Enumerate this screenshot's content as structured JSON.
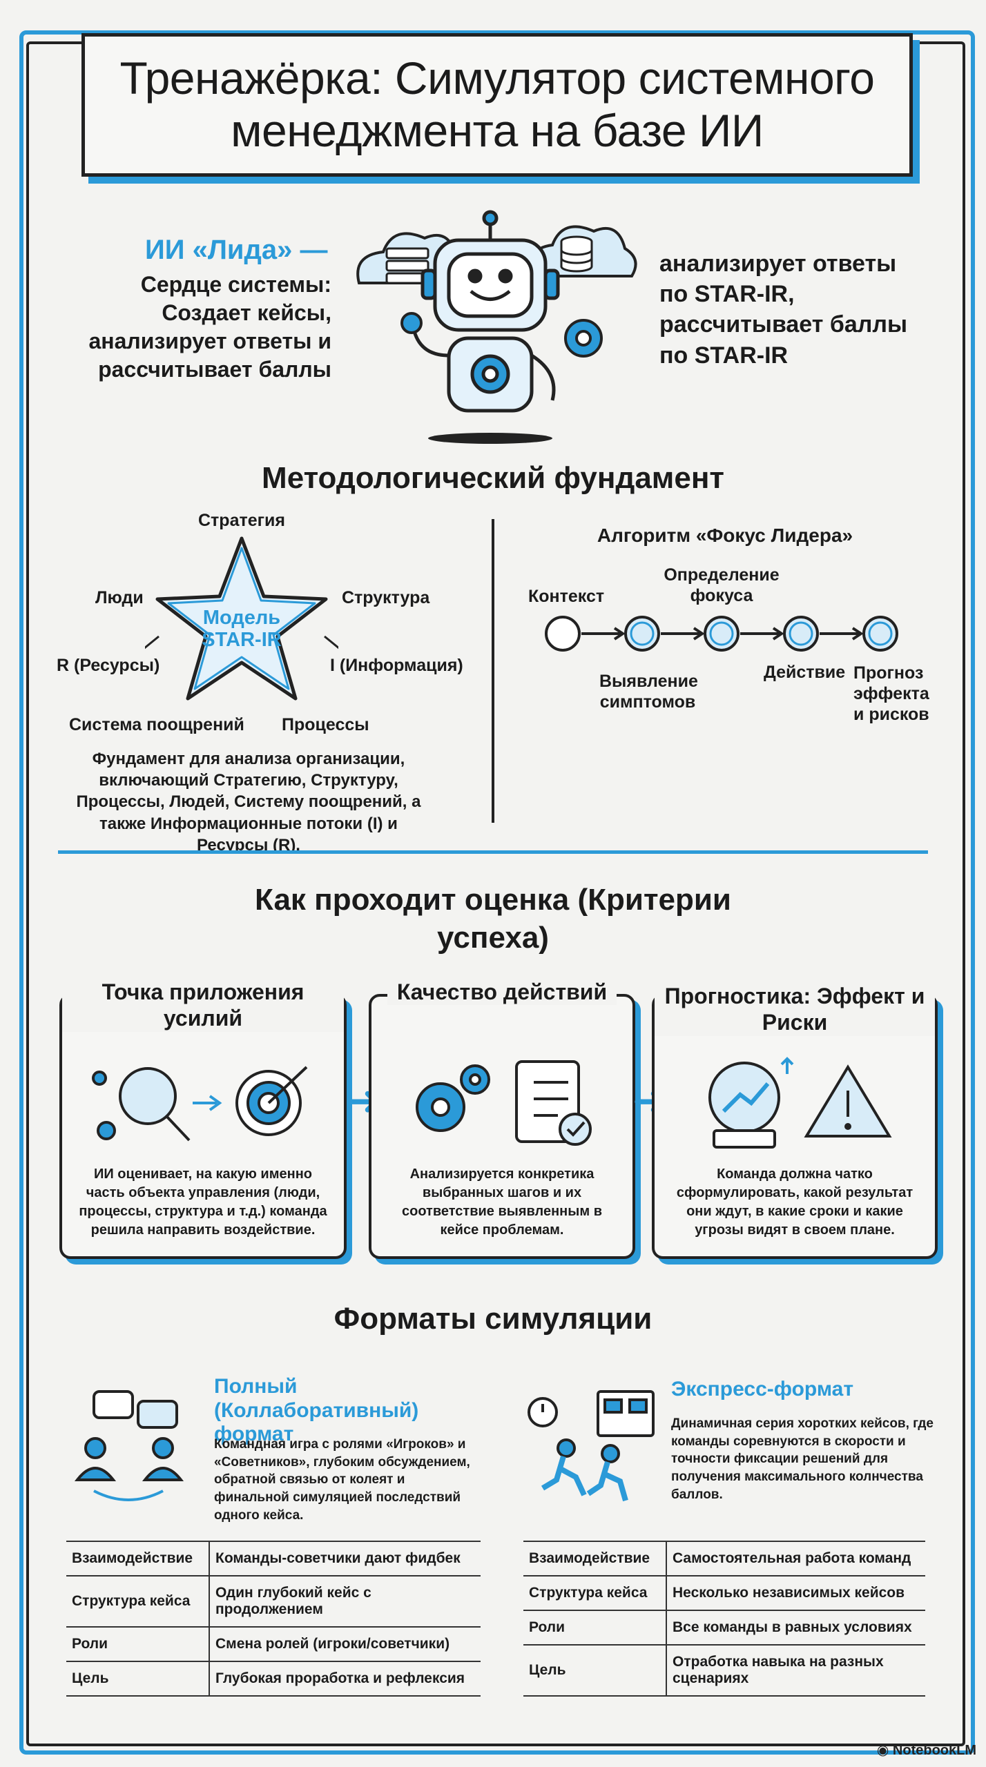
{
  "title": "Тренажёрка:  Симулятор системного менеджмента на базе ИИ",
  "ai": {
    "heading": "ИИ «Лида» —",
    "body": "Сердце системы: Создает кейсы, анализирует ответы и рассчитывает баллы",
    "right": "анализирует ответы по STAR-IR, рассчитывает баллы по STAR-IR"
  },
  "methodology": {
    "heading": "Методологический фундамент",
    "star": {
      "center": "Модель STAR-IR",
      "top": "Стратегия",
      "left": "Люди",
      "right": "Структура",
      "r": "R (Ресурсы)",
      "i": "I (Информация)",
      "bottom_left": "Система поощрений",
      "bottom_right": "Процессы",
      "description": "Фундамент для анализа организации, включающий Стратегию, Структуру, Процессы, Людей, Систему поощрений, а также Информационные потоки (I) и Ресурсы (R)."
    },
    "algorithm": {
      "heading": "Алгоритм «Фокус Лидера»",
      "steps": [
        "Контекст",
        "Выявление симптомов",
        "Определение фокуса",
        "Действие",
        "Прогноз эффекта и рисков"
      ]
    }
  },
  "evaluation": {
    "heading": "Как проходит оценка (Критерии успеха)",
    "panels": [
      {
        "title": "Точка приложения усилий",
        "text": "ИИ оценивает, на какую именно часть объекта управления (люди, процессы, структура и т.д.) команда решила направить воздействие."
      },
      {
        "title": "Качество действий",
        "text": "Анализируется конкретика выбранных шагов и их соответствие выявленным в кейсе проблемам."
      },
      {
        "title": "Прогностика: Эффект и Риски",
        "text": "Команда должна чатко сформулировать, какой результат они ждут, в какие сроки и какие угрозы видят в своем плане."
      }
    ]
  },
  "formats": {
    "heading": "Форматы симуляции",
    "full": {
      "title": "Полный (Коллаборативный) формат",
      "desc": "Командная игра с ролями «Игроков» и «Советников», глубоким обсуждением, обратной связью от колеят и финальной симуляцией последствий одного кейса.",
      "rows": [
        {
          "k": "Взаимодействие",
          "v": "Команды-советчики дают фидбек"
        },
        {
          "k": "Структура кейса",
          "v": "Один глубокий кейс с продолжением"
        },
        {
          "k": "Роли",
          "v": "Смена ролей (игроки/советчики)"
        },
        {
          "k": "Цель",
          "v": "Глубокая проработка и рефлексия"
        }
      ]
    },
    "express": {
      "title": "Экспресс-формат",
      "desc": "Динамичная серия хоротких кейсов, где команды соревнуются в скорости и точности фиксации решений для получения максимального колнчества баллов.",
      "rows": [
        {
          "k": "Взаимодействие",
          "v": "Самостоятельная работа команд"
        },
        {
          "k": "Структура кейса",
          "v": "Несколько независимых кейсов"
        },
        {
          "k": "Роли",
          "v": "Все команды в равных условиях"
        },
        {
          "k": "Цель",
          "v": "Отработка навыка на разных сценариях"
        }
      ]
    }
  },
  "brand": "NotebookLM",
  "colors": {
    "accent": "#2b9ad8",
    "ink": "#222222",
    "background": "#f3f3f1"
  }
}
